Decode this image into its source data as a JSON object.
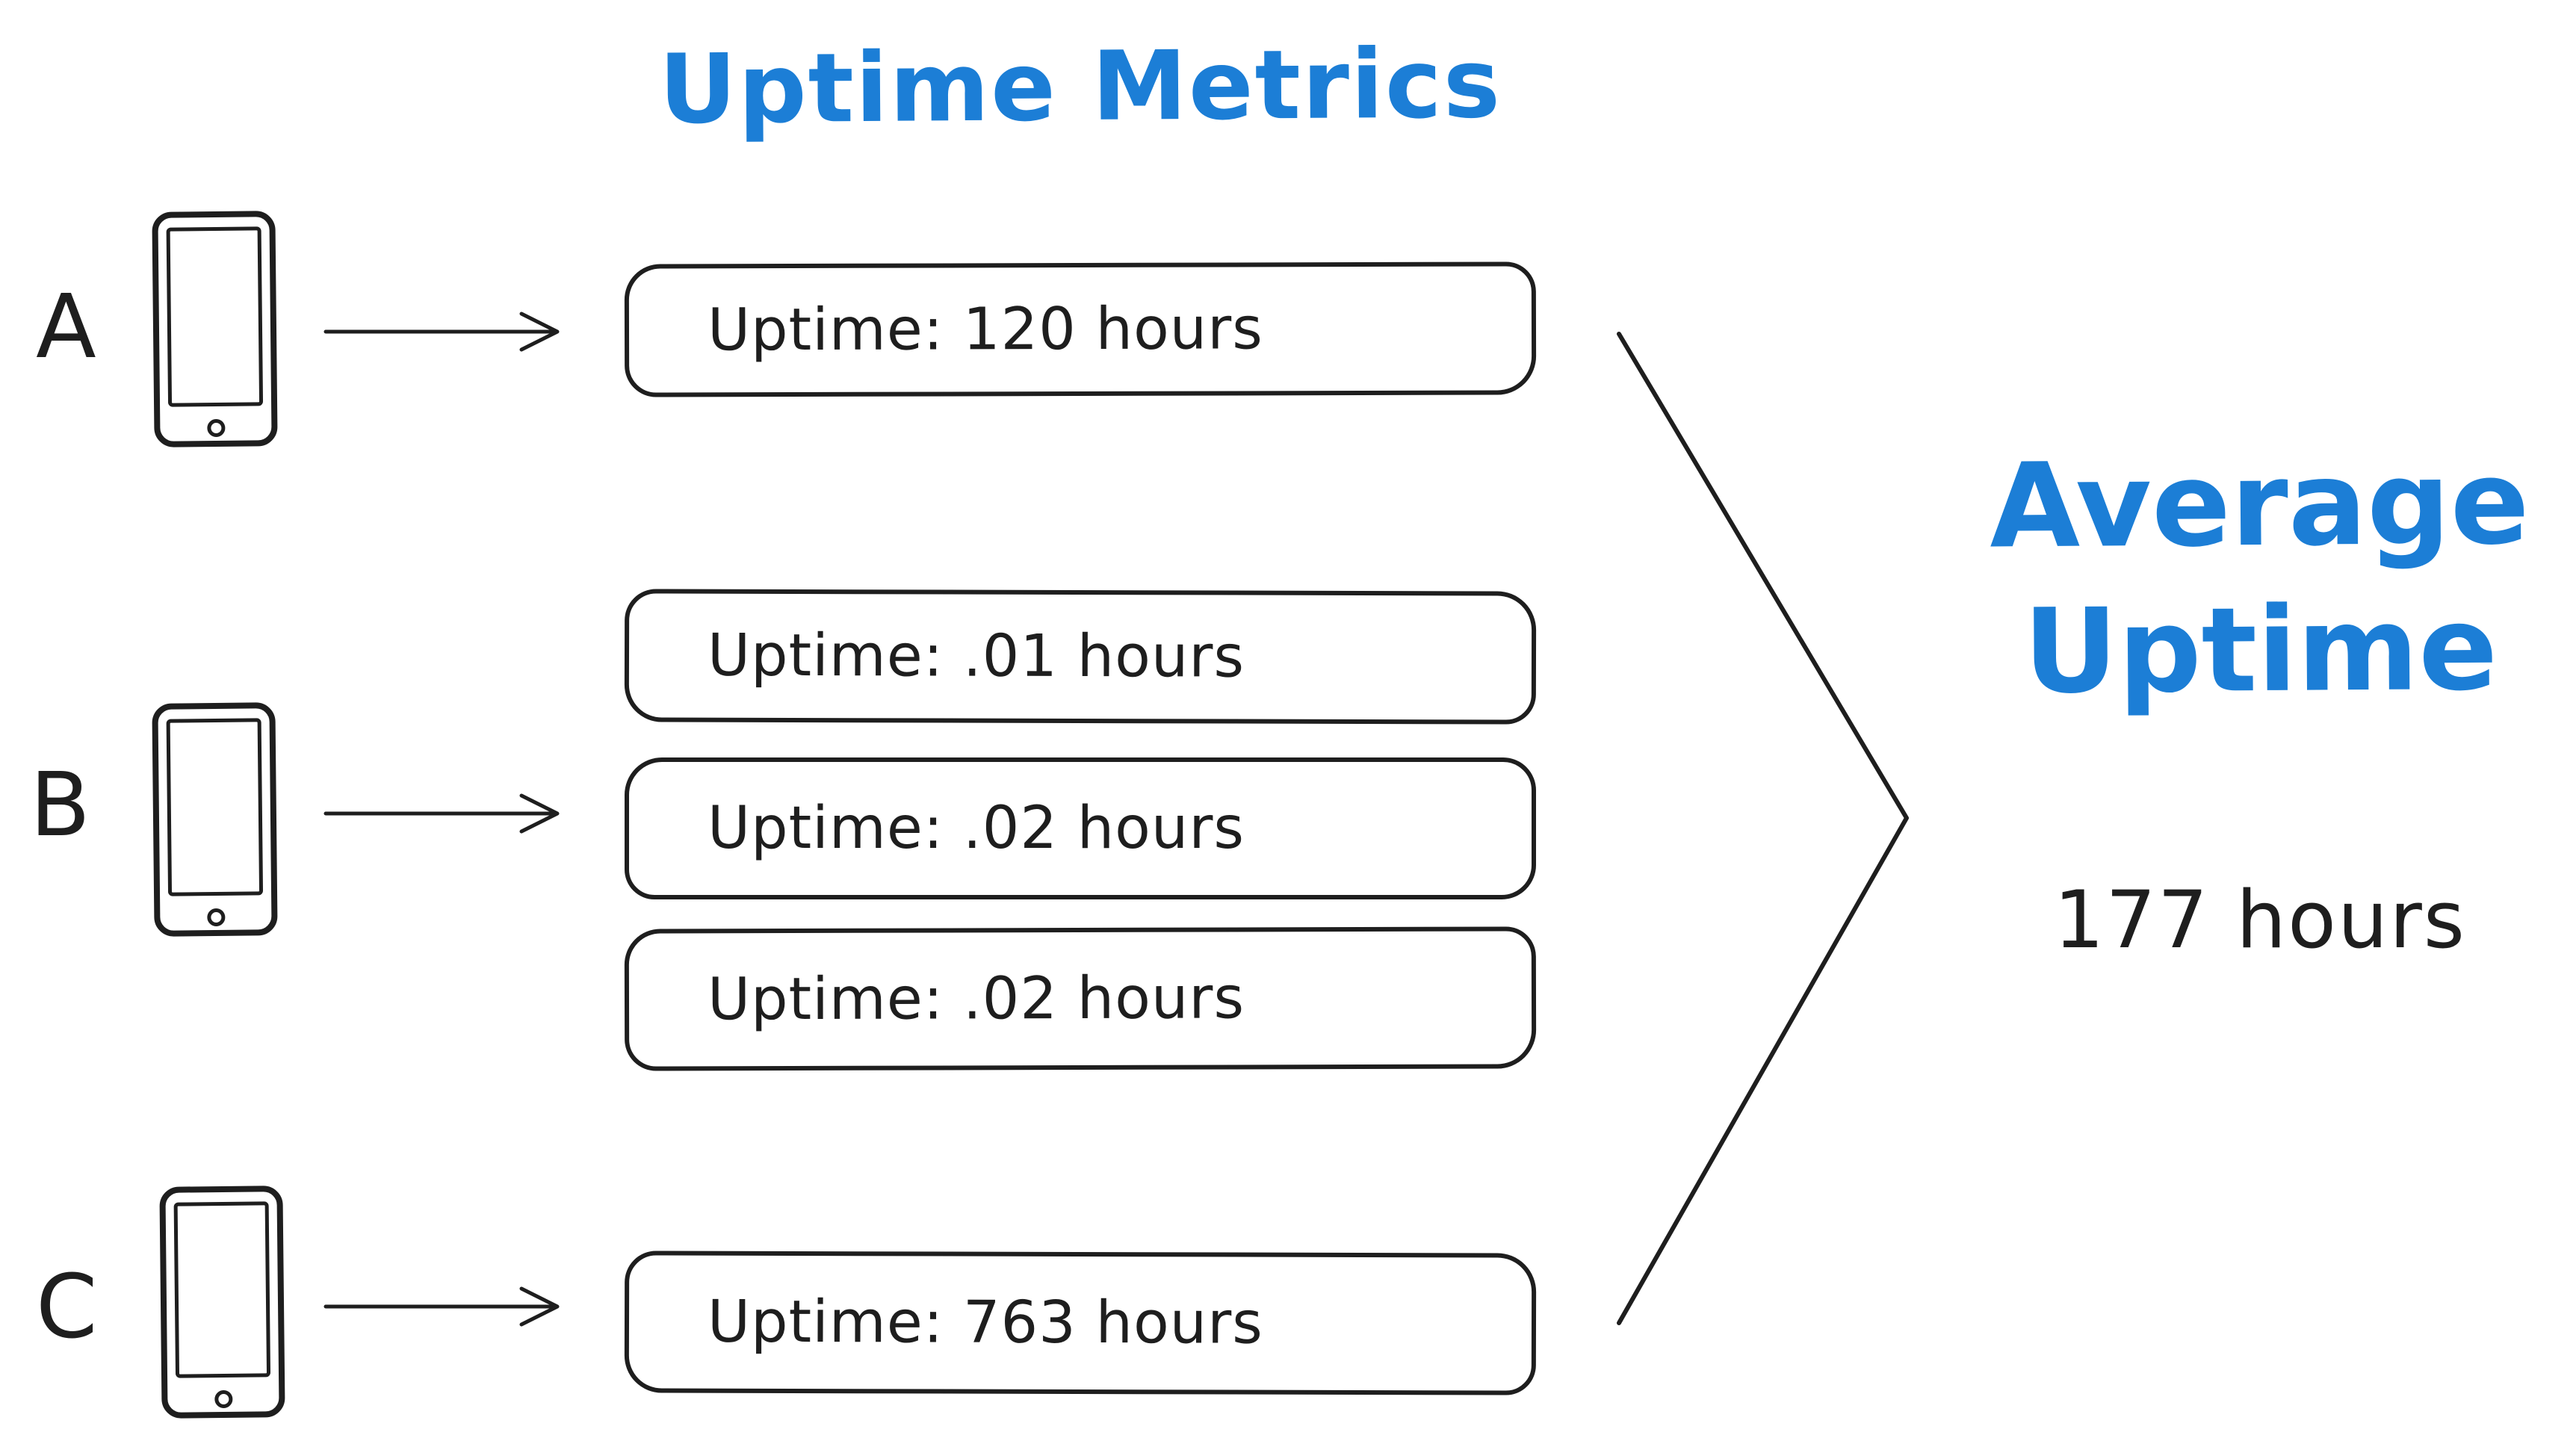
{
  "title": "Uptime Metrics",
  "devices": [
    {
      "label": "A",
      "metrics": [
        "Uptime: 120 hours"
      ]
    },
    {
      "label": "B",
      "metrics": [
        "Uptime: .01 hours",
        "Uptime: .02 hours",
        "Uptime: .02 hours"
      ]
    },
    {
      "label": "C",
      "metrics": [
        "Uptime: 763 hours"
      ]
    }
  ],
  "result": {
    "heading_line1": "Average",
    "heading_line2": "Uptime",
    "value": "177 hours"
  },
  "colors": {
    "accent": "#1c7ed6",
    "stroke": "#1e1e1e",
    "background": "#ffffff"
  },
  "icons": {
    "device": "phone-icon",
    "connector": "arrow-right-icon",
    "aggregator": "merge-chevron-icon"
  }
}
